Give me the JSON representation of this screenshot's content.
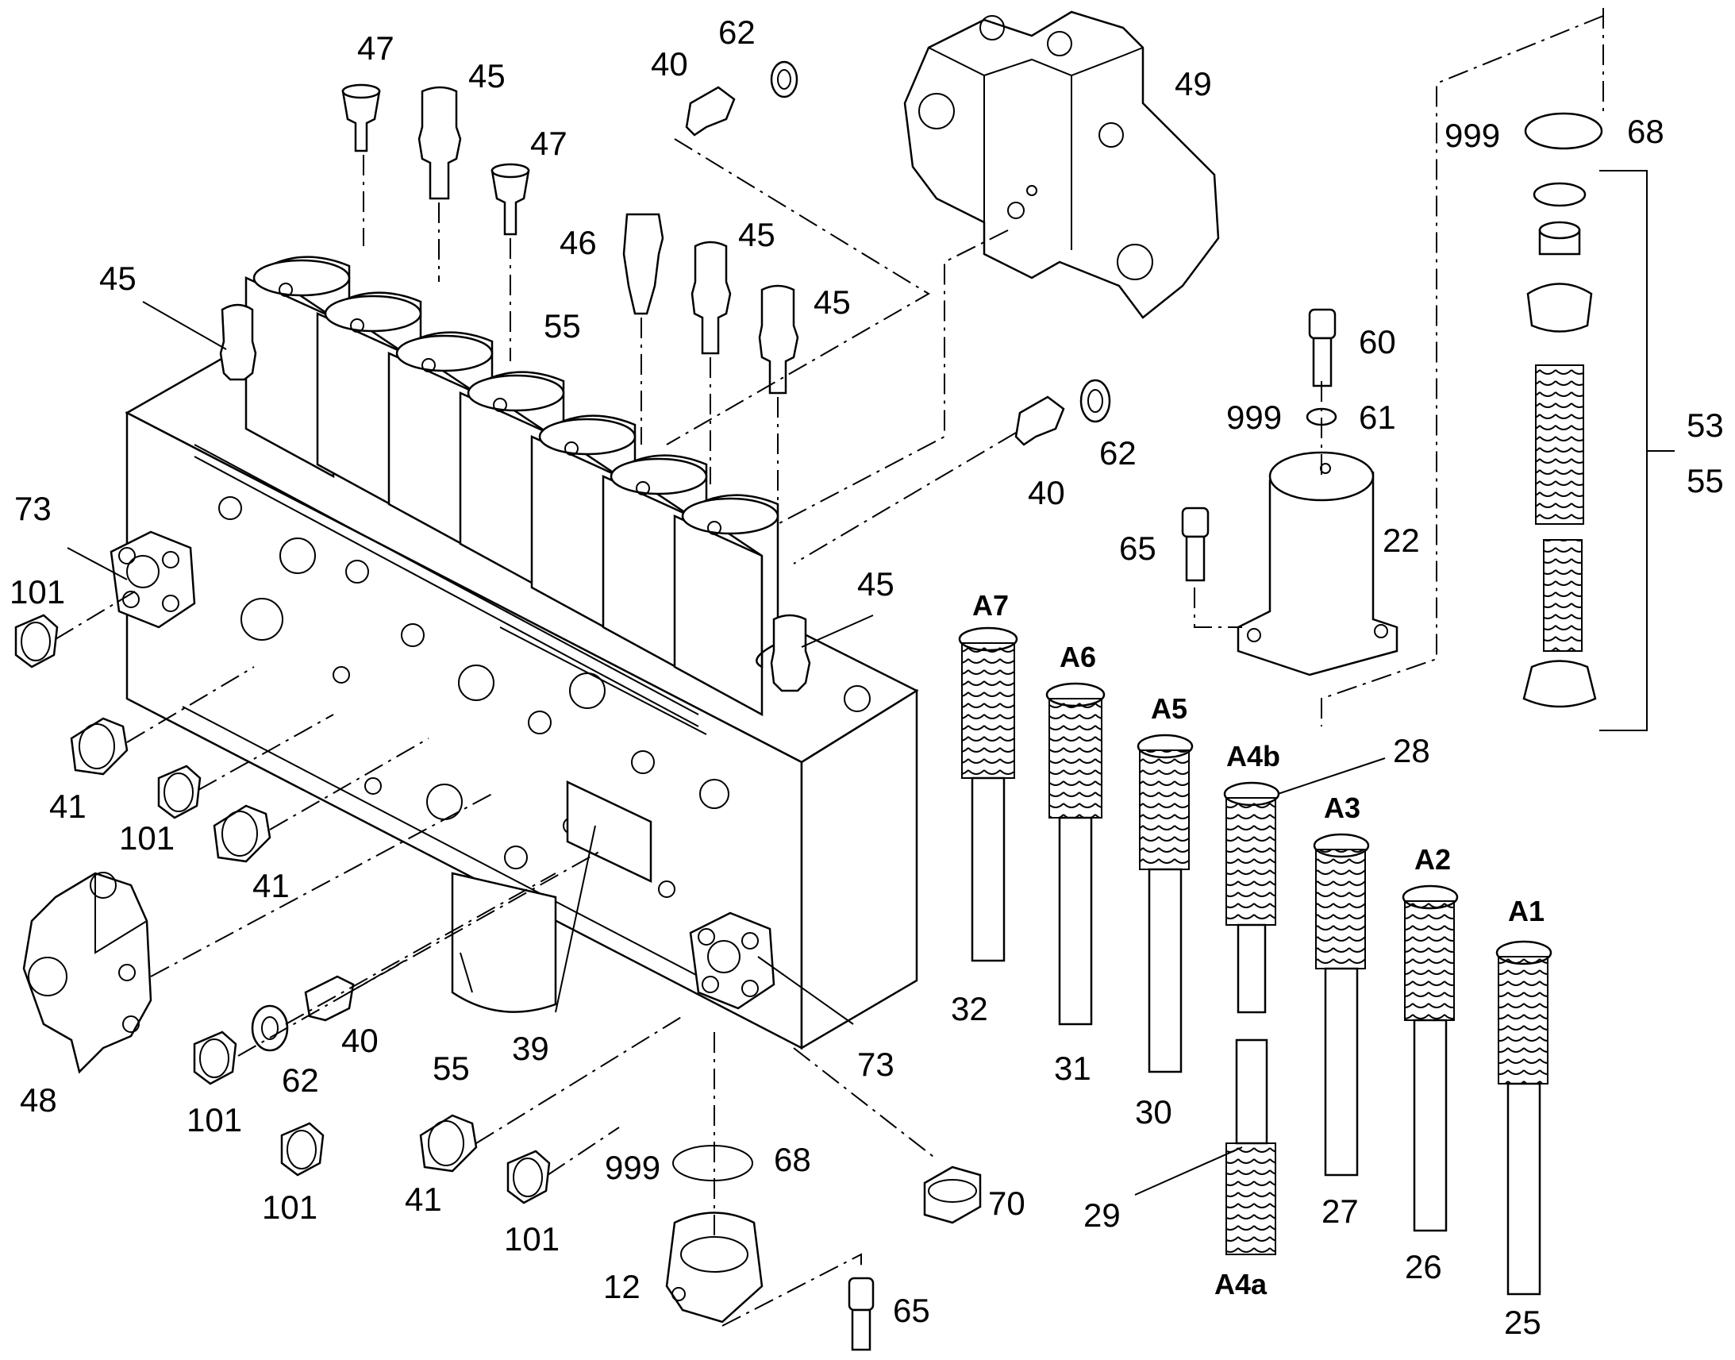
{
  "diagram": {
    "callouts": {
      "n47a": "47",
      "n45a": "45",
      "n47b": "47",
      "n45b": "45",
      "n55a": "55",
      "n46": "46",
      "n45c": "45",
      "n45d": "45",
      "n40a": "40",
      "n62a": "62",
      "n49": "49",
      "n999a": "999",
      "n68a": "68",
      "n60": "60",
      "n999b": "999",
      "n61": "61",
      "n62b": "62",
      "n40b": "40",
      "n53": "53",
      "n55b": "55",
      "n65a": "65",
      "n22": "22",
      "n73a": "73",
      "n101a": "101",
      "n45e": "45",
      "n41a": "41",
      "n101b": "101",
      "n41b": "41",
      "n48": "48",
      "n101c": "101",
      "n62c": "62",
      "n40c": "40",
      "n55c": "55",
      "n39": "39",
      "n73b": "73",
      "n101d": "101",
      "n41c": "41",
      "n101e": "101",
      "n999c": "999",
      "n68b": "68",
      "n70": "70",
      "n12": "12",
      "n65b": "65",
      "n28": "28",
      "n32": "32",
      "n31": "31",
      "n30": "30",
      "n29": "29",
      "n27": "27",
      "n26": "26",
      "n25": "25"
    },
    "spool_labels": {
      "a7": "A7",
      "a6": "A6",
      "a5": "A5",
      "a4b": "A4b",
      "a3": "A3",
      "a2": "A2",
      "a1": "A1",
      "a4a": "A4a"
    }
  }
}
